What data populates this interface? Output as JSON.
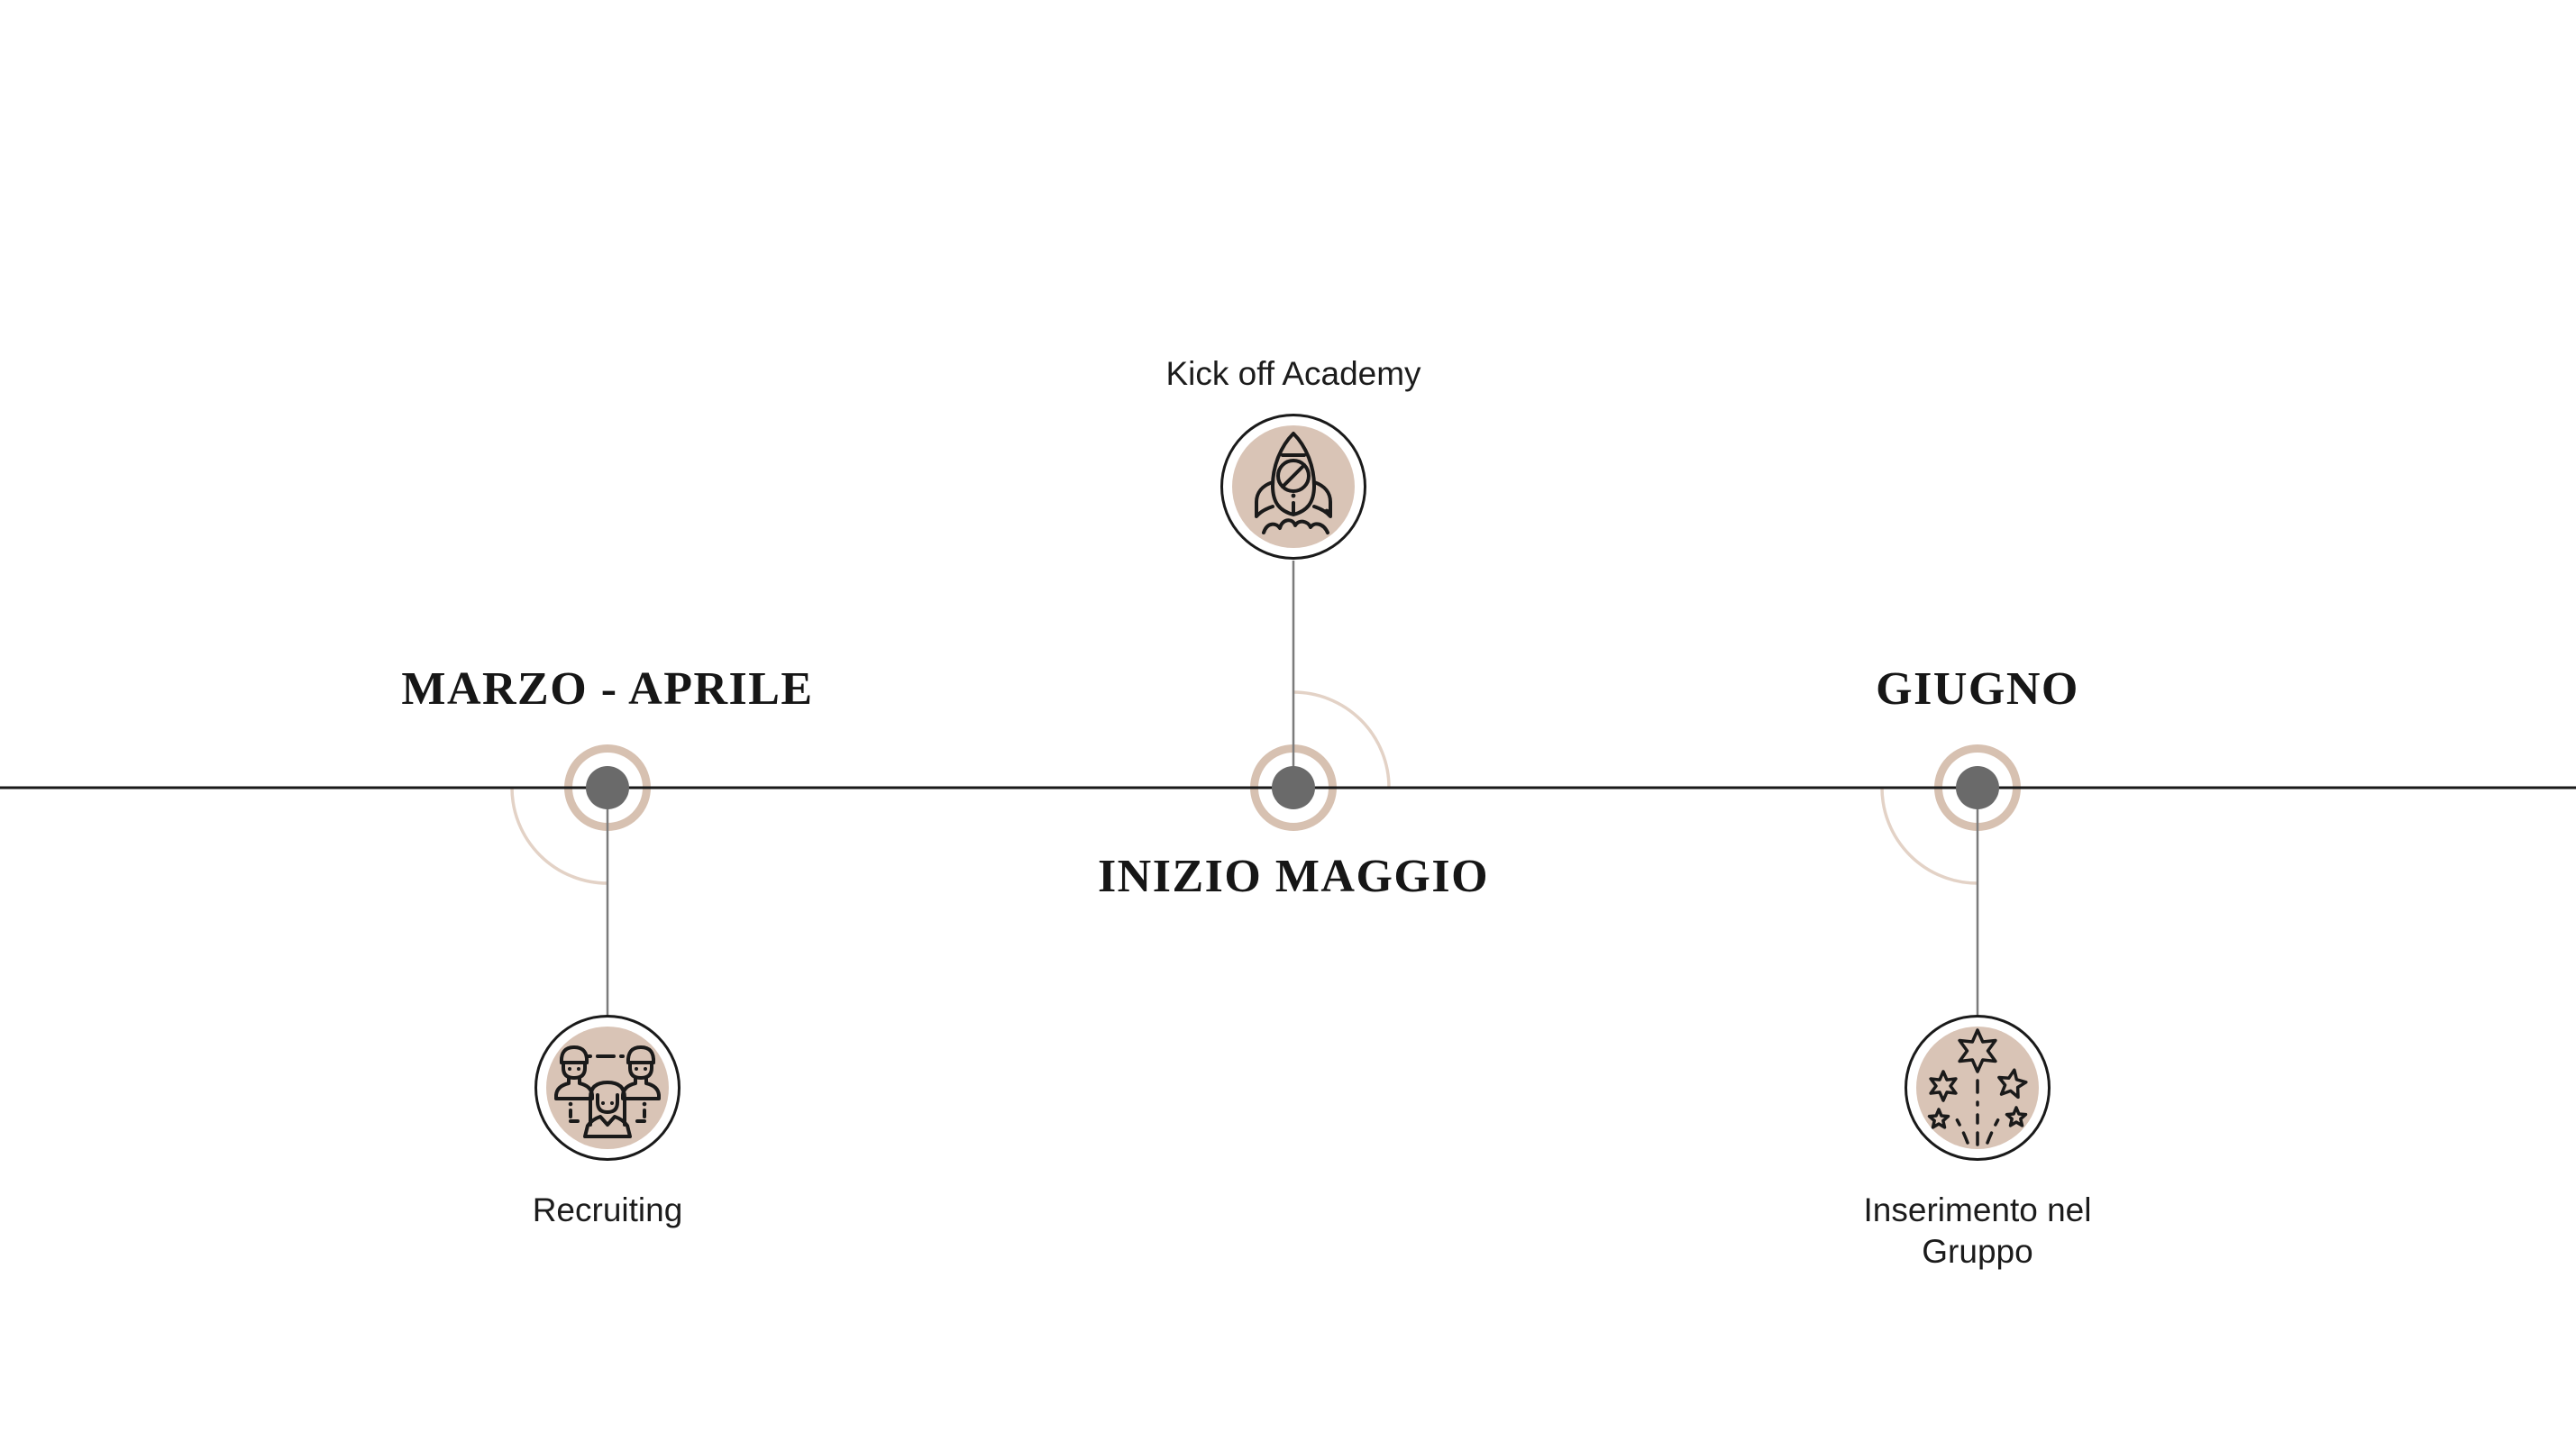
{
  "canvas": {
    "background": "#ffffff"
  },
  "colors": {
    "timeline_line": "#1a1a1a",
    "connector_line": "#7b7b7b",
    "node_dot": "#6a6a6a",
    "node_ring": "#d7c1b1",
    "quarter_arc": "#e3d2c6",
    "icon_circle_fill": "#d9c4b6",
    "icon_stroke": "#1a1a1a",
    "text": "#161616"
  },
  "timeline": {
    "type": "horizontal-milestone-timeline",
    "milestones": [
      {
        "id": "marzo-aprile",
        "period_label": "MARZO - APRILE",
        "period_position": "above-line",
        "event_label": "Recruiting",
        "event_position": "below-line",
        "icon": "team-icon"
      },
      {
        "id": "inizio-maggio",
        "period_label": "INIZIO MAGGIO",
        "period_position": "below-line",
        "event_label": "Kick off Academy",
        "event_position": "above-line",
        "icon": "rocket-icon"
      },
      {
        "id": "giugno",
        "period_label": "GIUGNO",
        "period_position": "above-line",
        "event_label": "Inserimento nel Gruppo",
        "event_position": "below-line",
        "icon": "fireworks-icon"
      }
    ]
  }
}
